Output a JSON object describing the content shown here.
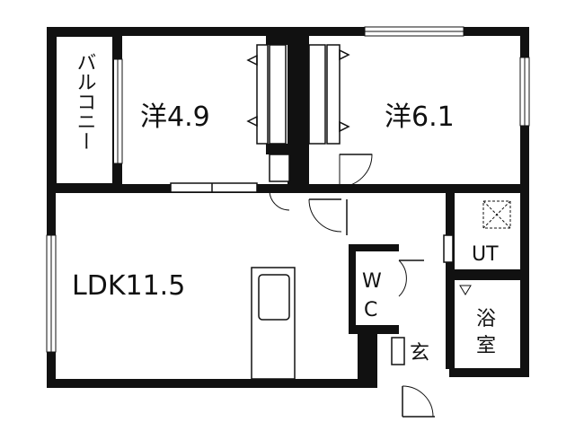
{
  "rooms": {
    "balcony": "バルコニー",
    "western_room_1": "洋4.9",
    "western_room_2": "洋6.1",
    "ldk": "LDK11.5",
    "utility": "UT",
    "toilet_w": "W",
    "toilet_c": "C",
    "bath_1": "浴",
    "bath_2": "室",
    "entrance": "玄"
  },
  "colors": {
    "wall": "#111111",
    "background": "#ffffff"
  }
}
